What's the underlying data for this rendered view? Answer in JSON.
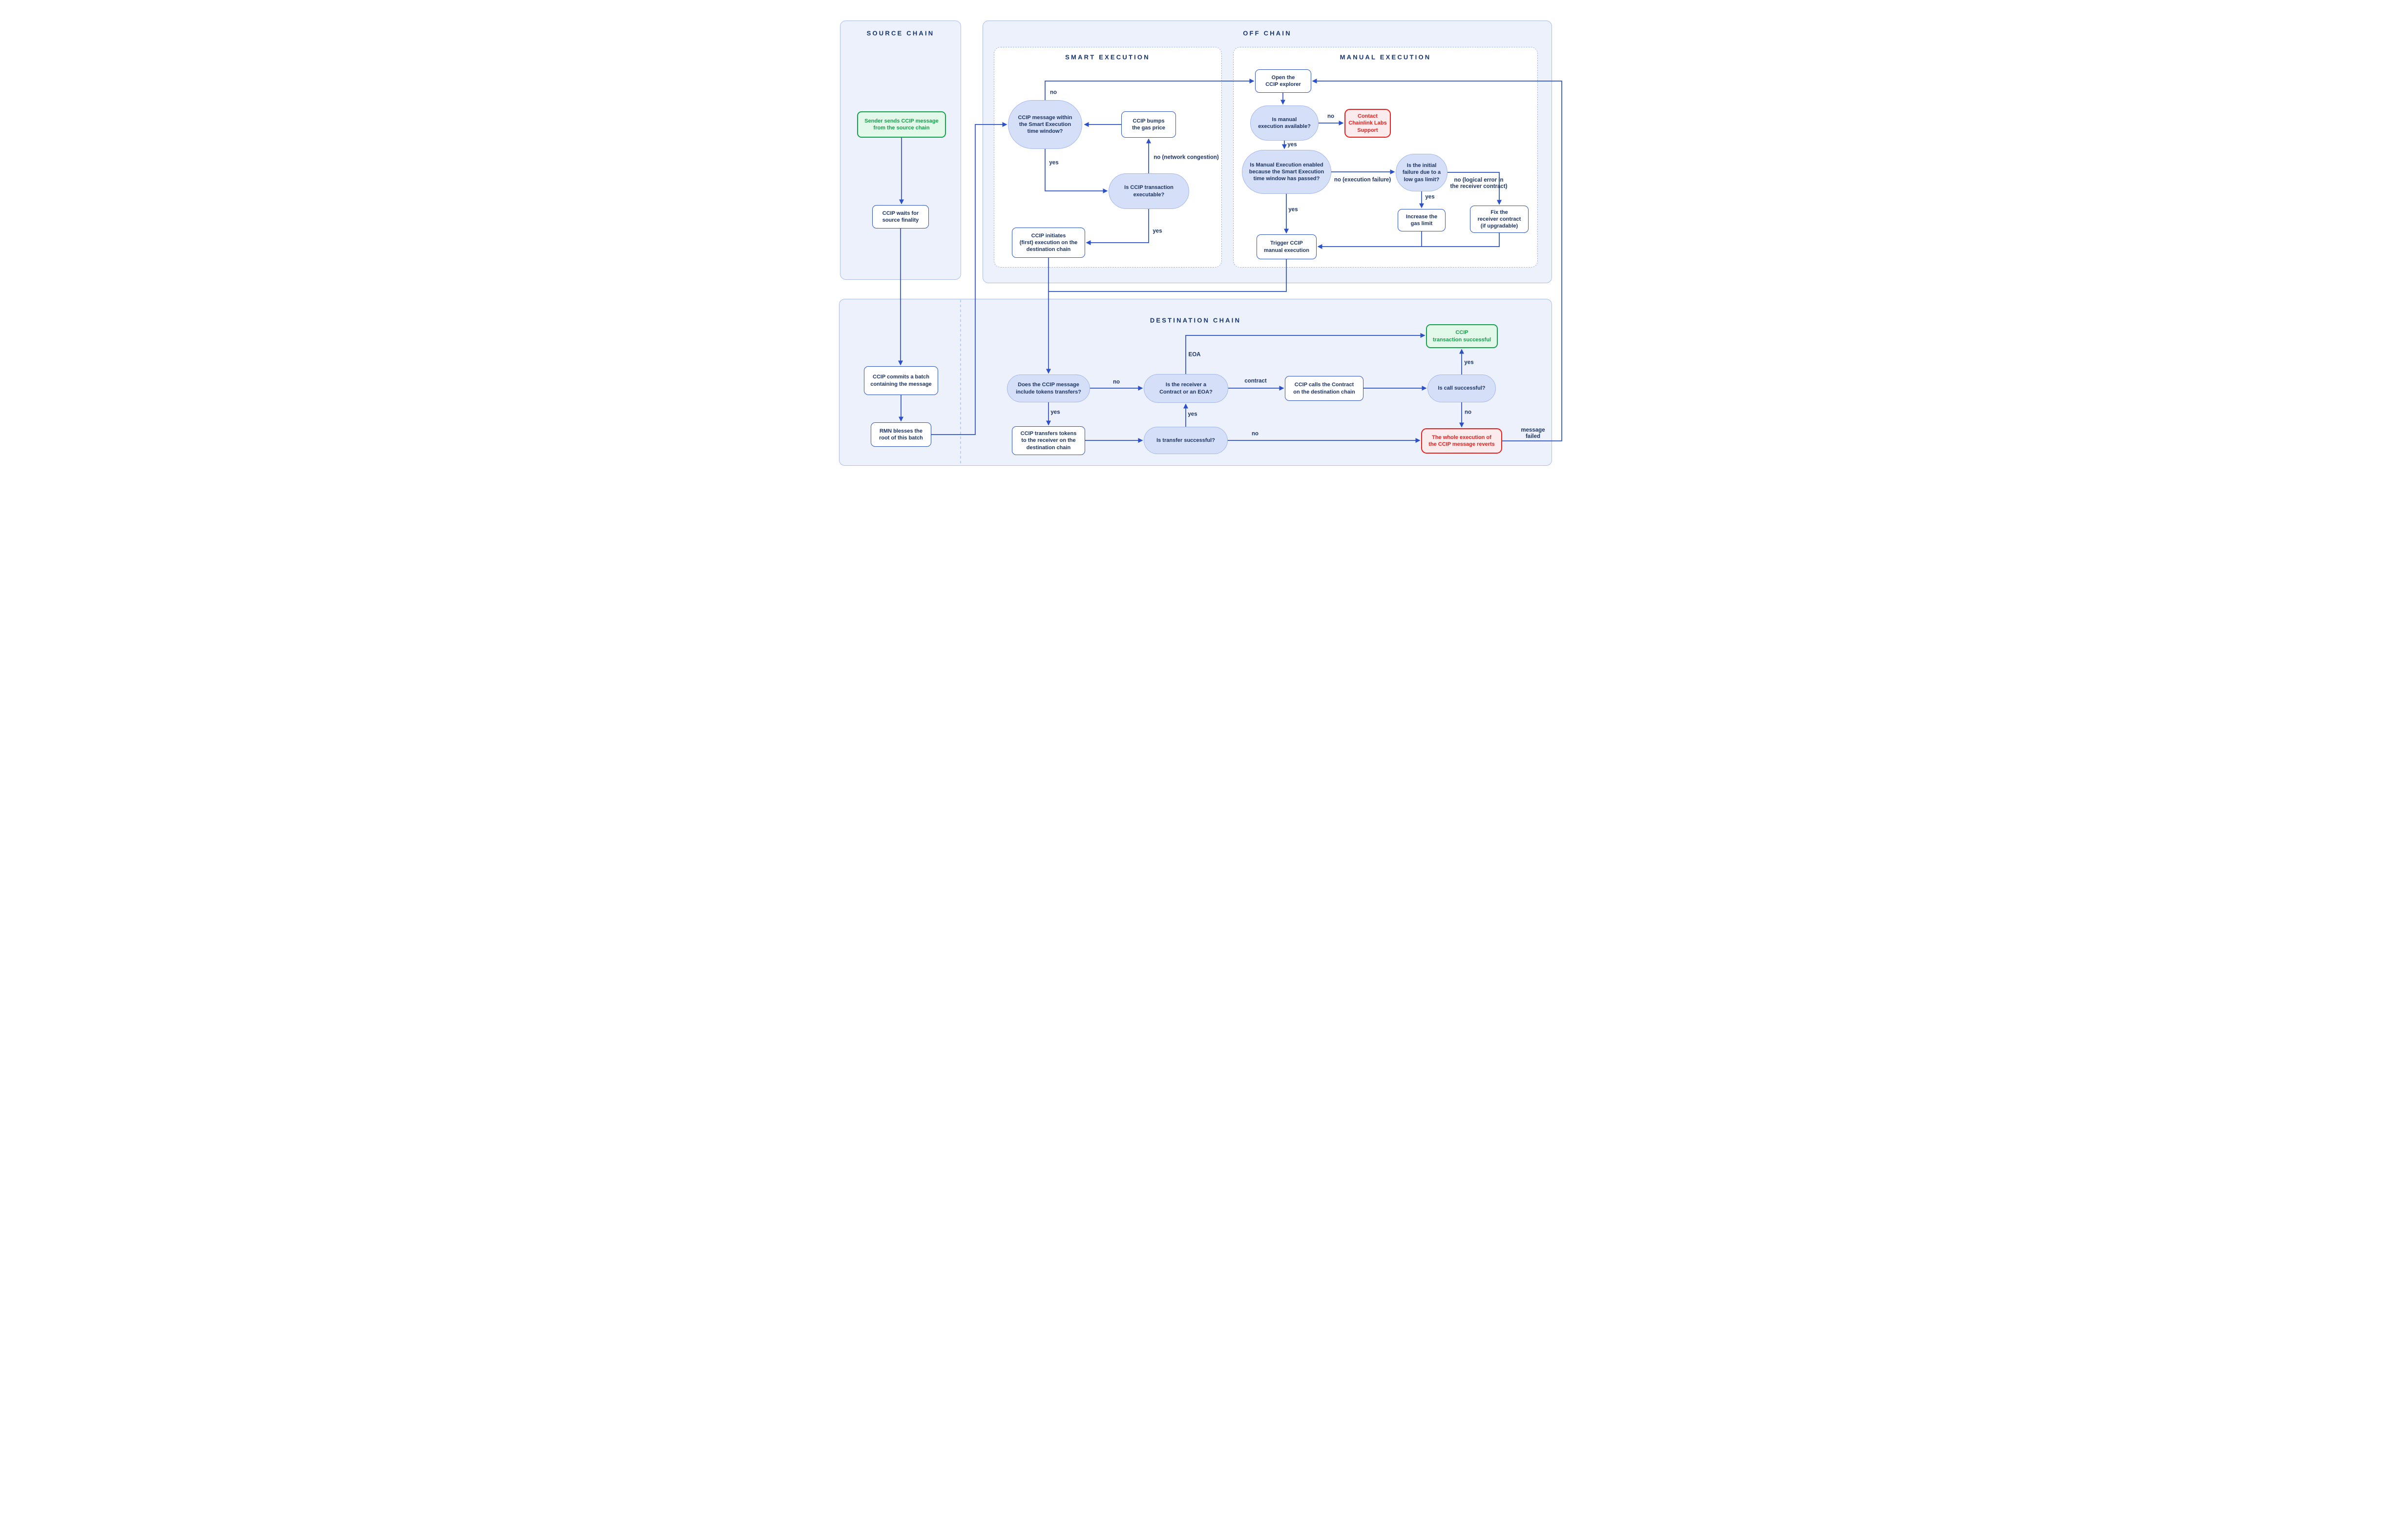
{
  "panels": {
    "source": {
      "title": "SOURCE CHAIN"
    },
    "offchain": {
      "title": "OFF CHAIN"
    },
    "smart": {
      "title": "SMART EXECUTION"
    },
    "manual": {
      "title": "MANUAL EXECUTION"
    },
    "destination": {
      "title": "DESTINATION CHAIN"
    }
  },
  "nodes": {
    "sender": {
      "label": "Sender sends CCIP message\nfrom the source chain",
      "type": "success"
    },
    "waits": {
      "label": "CCIP waits for\nsource finality",
      "type": "process"
    },
    "commits": {
      "label": "CCIP commits a batch\ncontaining the message",
      "type": "process"
    },
    "rmn": {
      "label": "RMN blesses the\nroot of this batch",
      "type": "process"
    },
    "within_window": {
      "label": "CCIP message within\nthe Smart Execution\ntime window?",
      "type": "decision"
    },
    "bumps_gas": {
      "label": "CCIP bumps\nthe gas price",
      "type": "process"
    },
    "executable": {
      "label": "Is CCIP transaction\nexecutable?",
      "type": "decision"
    },
    "initiates": {
      "label": "CCIP initiates\n(first) execution on the\ndestination chain",
      "type": "process"
    },
    "open_explorer": {
      "label": "Open the\nCCIP explorer",
      "type": "process"
    },
    "manual_available": {
      "label": "Is manual\nexecution available?",
      "type": "decision"
    },
    "contact_support": {
      "label": "Contact\nChainlink Labs\nSupport",
      "type": "error"
    },
    "manual_enabled": {
      "label": "Is Manual Execution enabled\nbecause the Smart Execution\ntime window has passed?",
      "type": "decision"
    },
    "low_gas": {
      "label": "Is the initial\nfailure due to a\nlow gas limit?",
      "type": "decision"
    },
    "increase_gas": {
      "label": "Increase the\ngas limit",
      "type": "process"
    },
    "fix_receiver": {
      "label": "Fix the\nreceiver contract\n(if upgradable)",
      "type": "process"
    },
    "trigger_manual": {
      "label": "Trigger CCIP\nmanual execution",
      "type": "process"
    },
    "includes_tokens": {
      "label": "Does the CCIP message\ninclude tokens transfers?",
      "type": "decision"
    },
    "receiver_type": {
      "label": "Is the receiver a\nContract or an EOA?",
      "type": "decision"
    },
    "calls_contract": {
      "label": "CCIP calls the Contract\non the destination chain",
      "type": "process"
    },
    "call_successful": {
      "label": "Is call successful?",
      "type": "decision"
    },
    "tx_successful": {
      "label": "CCIP\ntransaction successful",
      "type": "success"
    },
    "execution_reverts": {
      "label": "The whole execution of\nthe CCIP message reverts",
      "type": "error"
    },
    "transfers_tokens": {
      "label": "CCIP transfers tokens\nto the receiver on the\ndestination chain",
      "type": "process"
    },
    "transfer_successful": {
      "label": "Is transfer successful?",
      "type": "decision"
    }
  },
  "edge_labels": {
    "window_no": "no",
    "window_yes": "yes",
    "congestion_no": "no (network congestion)",
    "executable_yes": "yes",
    "manual_available_no": "no",
    "manual_available_yes": "yes",
    "execution_failure_no": "no (execution failure)",
    "manual_enabled_yes": "yes",
    "low_gas_yes": "yes",
    "logical_error_no": "no (logical error in\nthe receiver contract)",
    "tokens_no": "no",
    "tokens_yes": "yes",
    "eoa": "EOA",
    "contract": "contract",
    "call_yes": "yes",
    "call_no": "no",
    "transfer_yes": "yes",
    "transfer_no": "no",
    "message_failed": "message failed"
  },
  "colors": {
    "line": "#2b50c8",
    "panel_fill": "#edf1fb",
    "panel_border": "#a9bcf0",
    "pill_fill": "#d5dff7",
    "pill_border": "#a3b7ef",
    "navy_text": "#1d3566",
    "green": "#13a24b",
    "green_fill": "#e2f9ea",
    "red": "#e8201e",
    "red_fill": "#fcebec"
  }
}
